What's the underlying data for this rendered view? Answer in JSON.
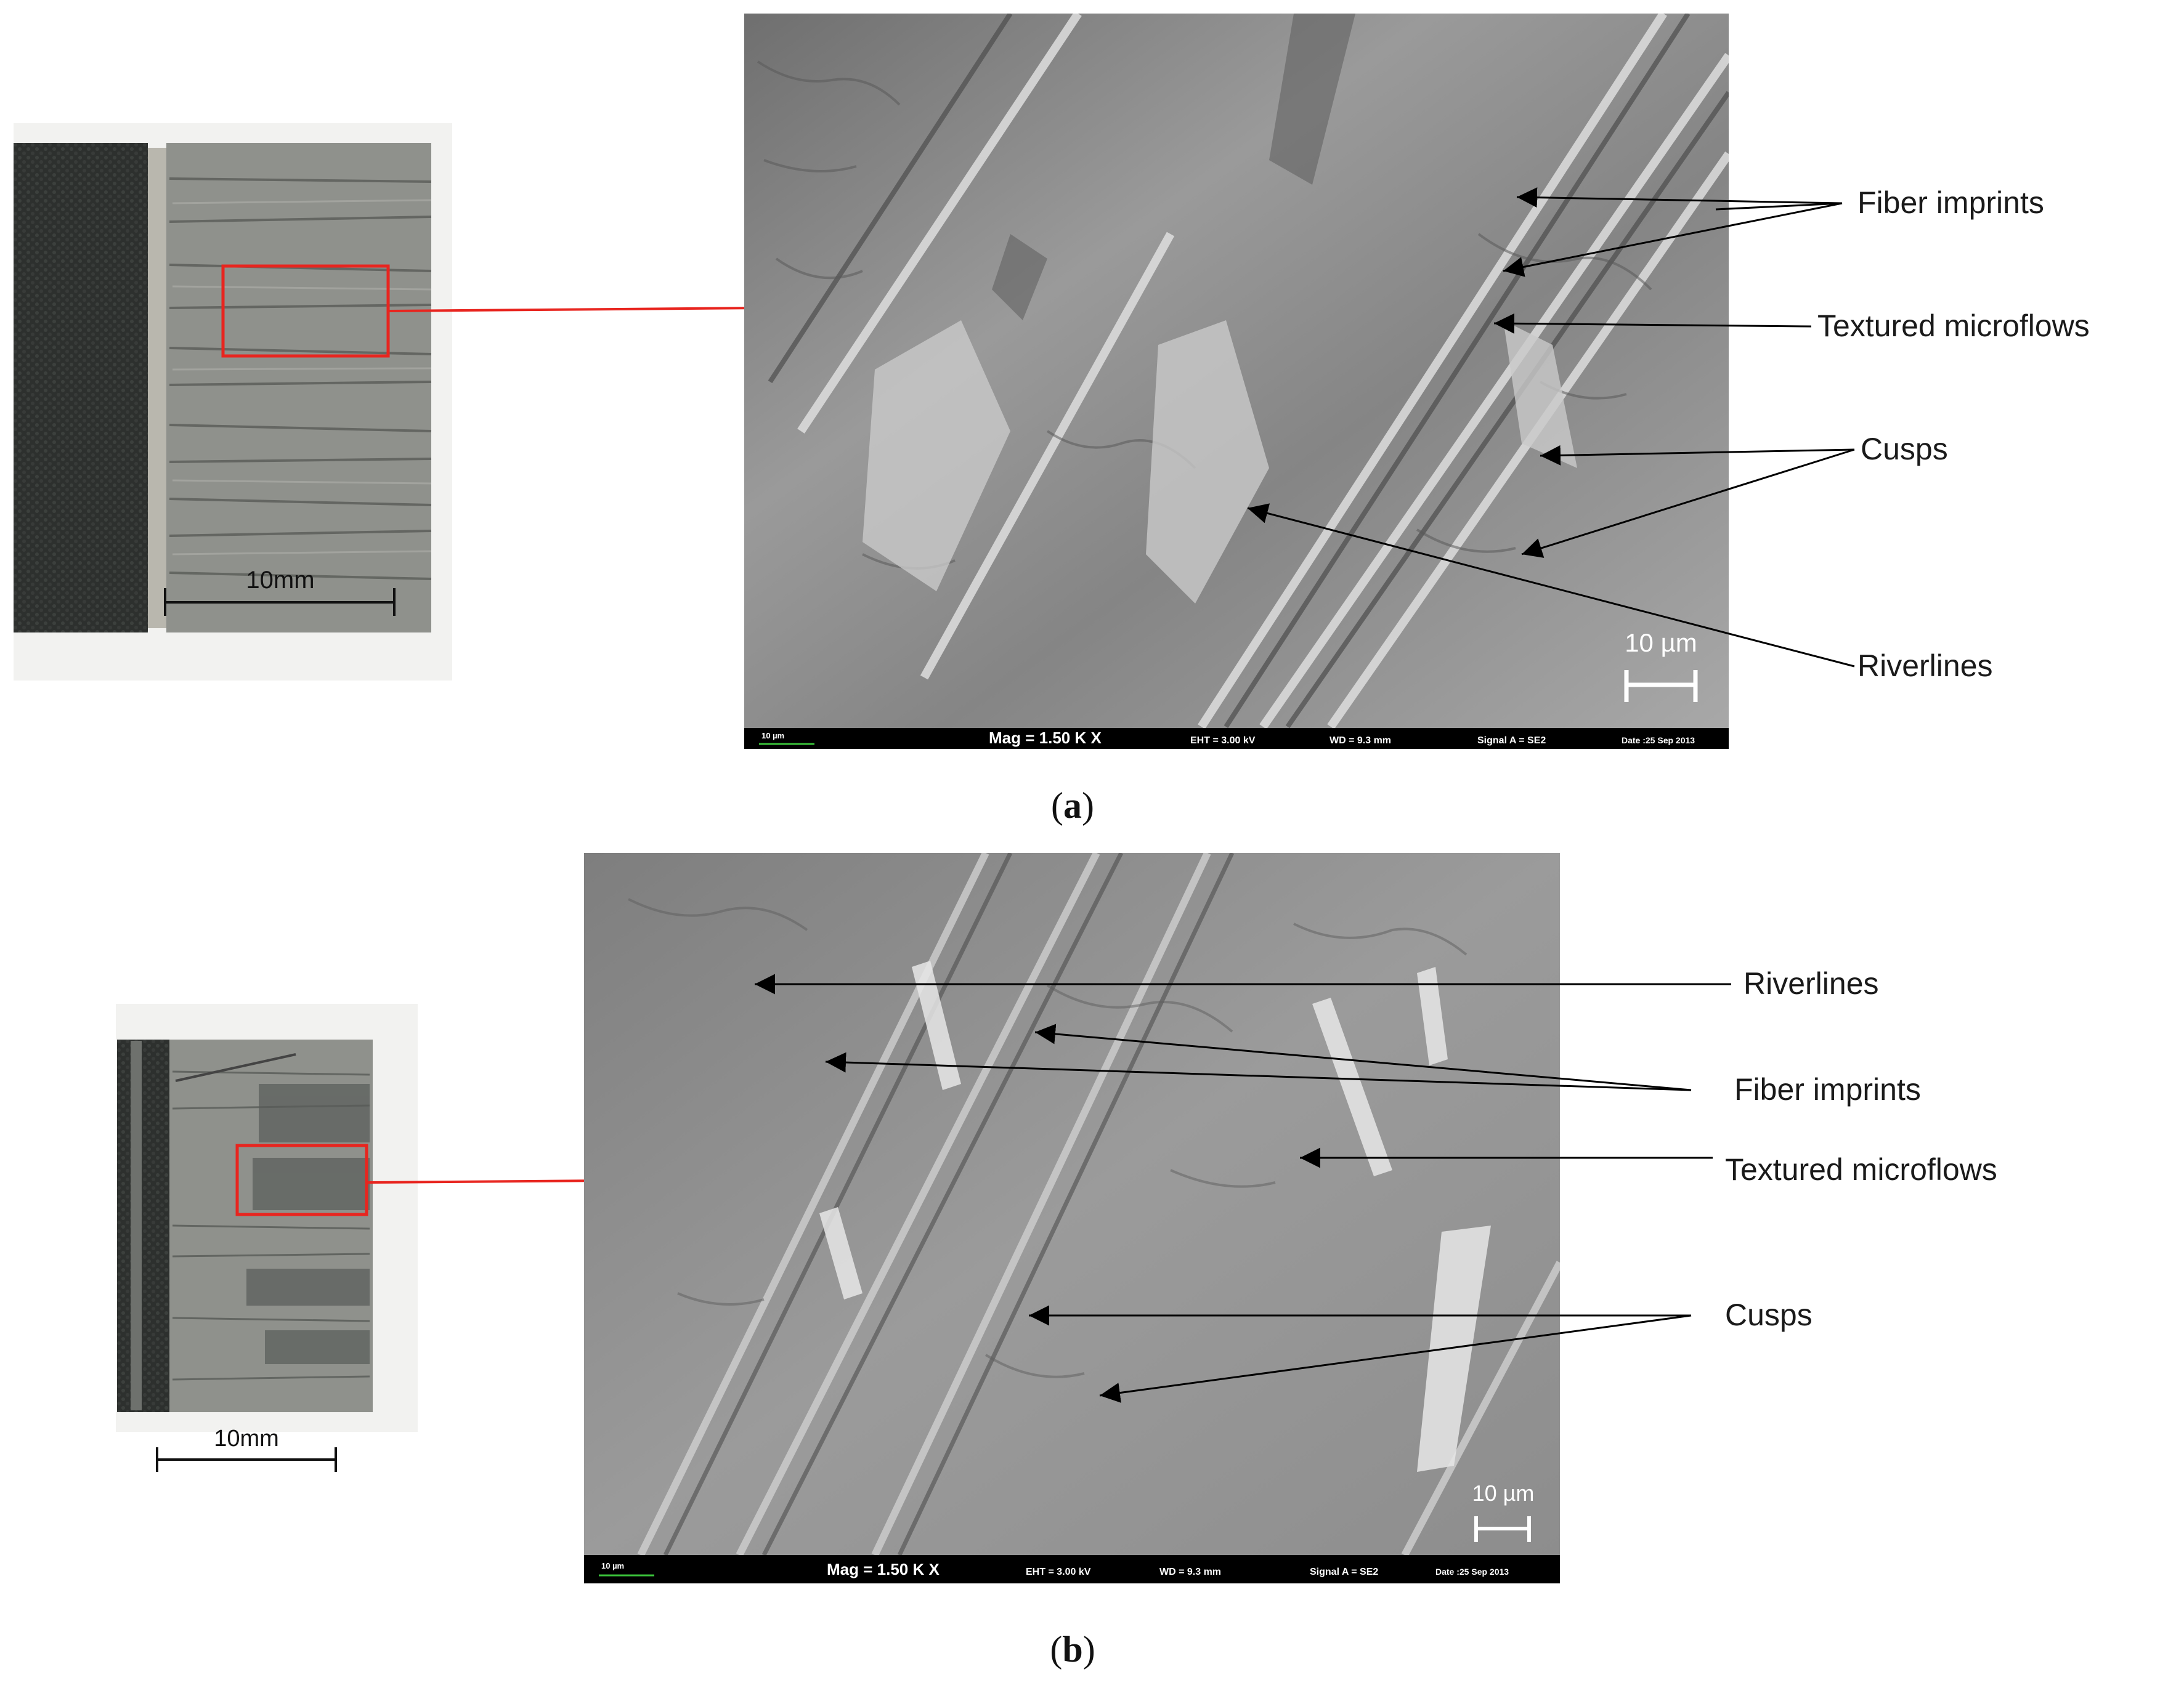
{
  "colors": {
    "callout_red": "#e8251f",
    "sem_grey": "#8a8a8a",
    "specimen_grey": "#8f918c",
    "fabric_dark": "#2d302e"
  },
  "panel_a": {
    "label_open": "(",
    "label_letter": "a",
    "label_close": ")",
    "photo_scale": "10mm",
    "sem_scale": "10 µm",
    "info_bar": {
      "small_scale": "10 µm",
      "mag": "Mag =   1.50 K X",
      "eht": "EHT =  3.00 kV",
      "wd": "WD =  9.3 mm",
      "signal": "Signal A = SE2",
      "date": "Date :25 Sep 2013"
    },
    "annotations": [
      "Fiber imprints",
      "Textured microflows",
      "Cusps",
      "Riverlines"
    ]
  },
  "panel_b": {
    "label_open": "(",
    "label_letter": "b",
    "label_close": ")",
    "photo_scale": "10mm",
    "sem_scale": "10 µm",
    "info_bar": {
      "small_scale": "10 µm",
      "mag": "Mag =   1.50 K X",
      "eht": "EHT =  3.00 kV",
      "wd": "WD =  9.3 mm",
      "signal": "Signal A = SE2",
      "date": "Date :25 Sep 2013"
    },
    "annotations": [
      "Riverlines",
      "Fiber imprints",
      "Textured microflows",
      "Cusps"
    ]
  }
}
